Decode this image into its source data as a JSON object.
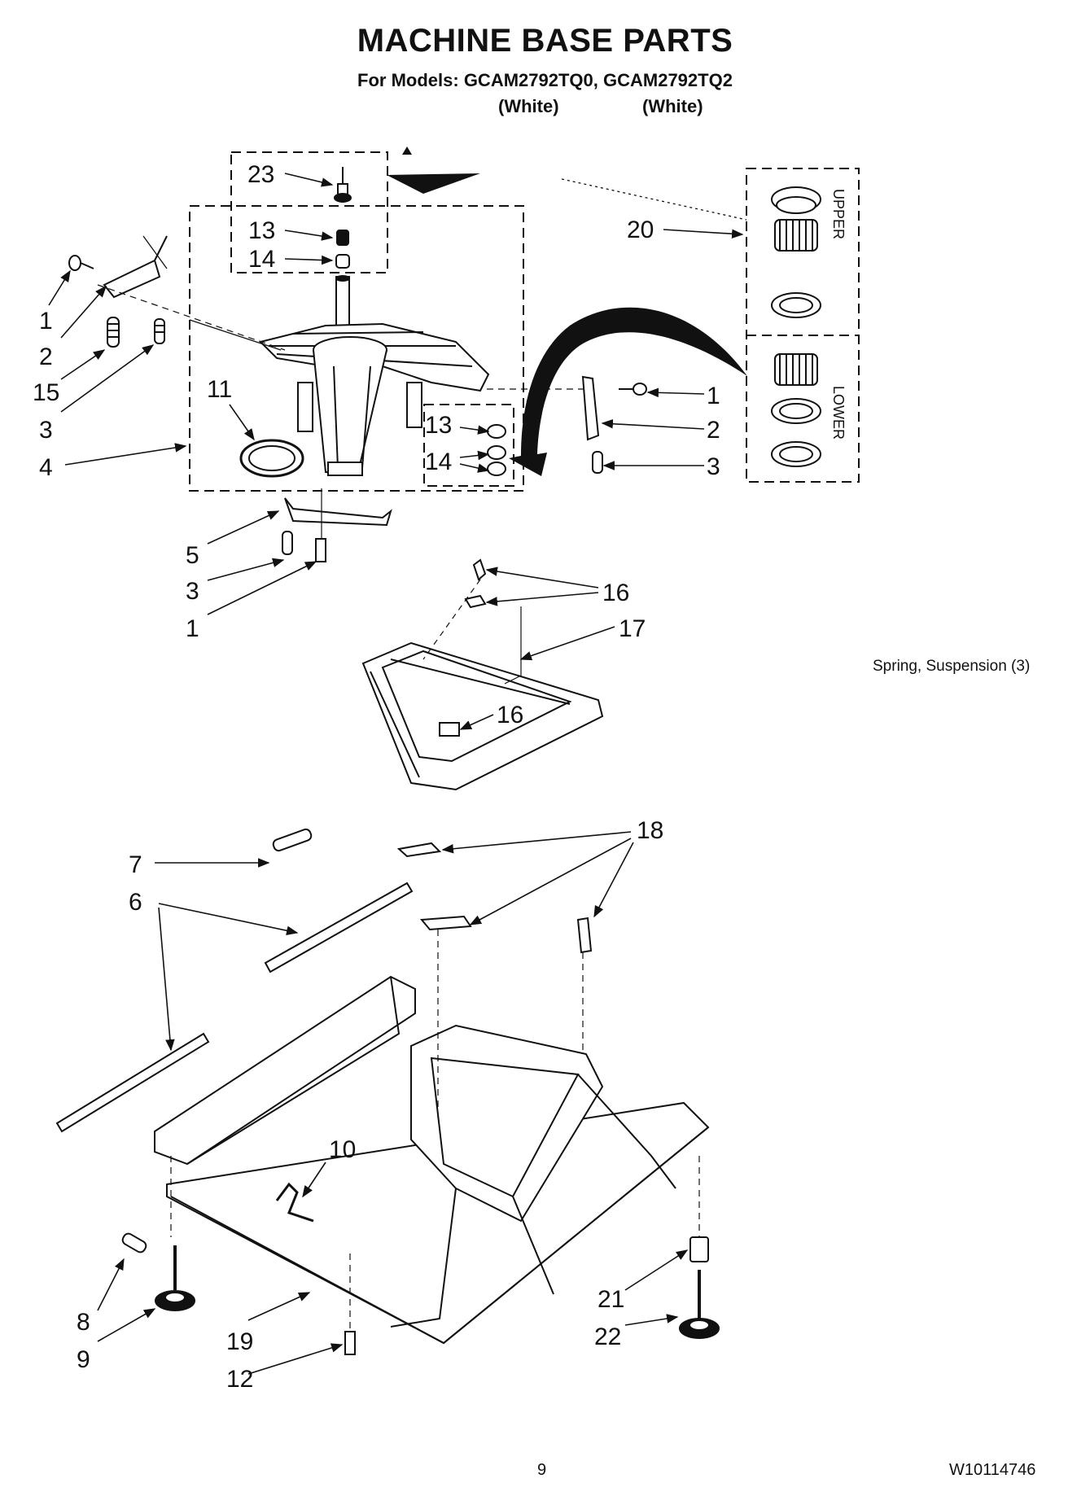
{
  "header": {
    "title": "MACHINE BASE PARTS",
    "models": "For Models: GCAM2792TQ0, GCAM2792TQ2",
    "variant_left": "(White)",
    "variant_right": "(White)"
  },
  "note": "Spring, Suspension (3)",
  "gear_box": {
    "upper_label": "UPPER",
    "lower_label": "LOWER"
  },
  "callouts": {
    "c1a": "1",
    "c2a": "2",
    "c15": "15",
    "c3a": "3",
    "c4": "4",
    "c11": "11",
    "c23": "23",
    "c13a": "13",
    "c14a": "14",
    "c20": "20",
    "c13b": "13",
    "c14b": "14",
    "c1b": "1",
    "c2b": "2",
    "c3b": "3",
    "c5": "5",
    "c3c": "3",
    "c1c": "1",
    "c16a": "16",
    "c17": "17",
    "c16b": "16",
    "c18": "18",
    "c7": "7",
    "c6": "6",
    "c10": "10",
    "c8": "8",
    "c9": "9",
    "c19": "19",
    "c12": "12",
    "c21": "21",
    "c22": "22"
  },
  "footer": {
    "page_number": "9",
    "doc_number": "W10114746"
  }
}
